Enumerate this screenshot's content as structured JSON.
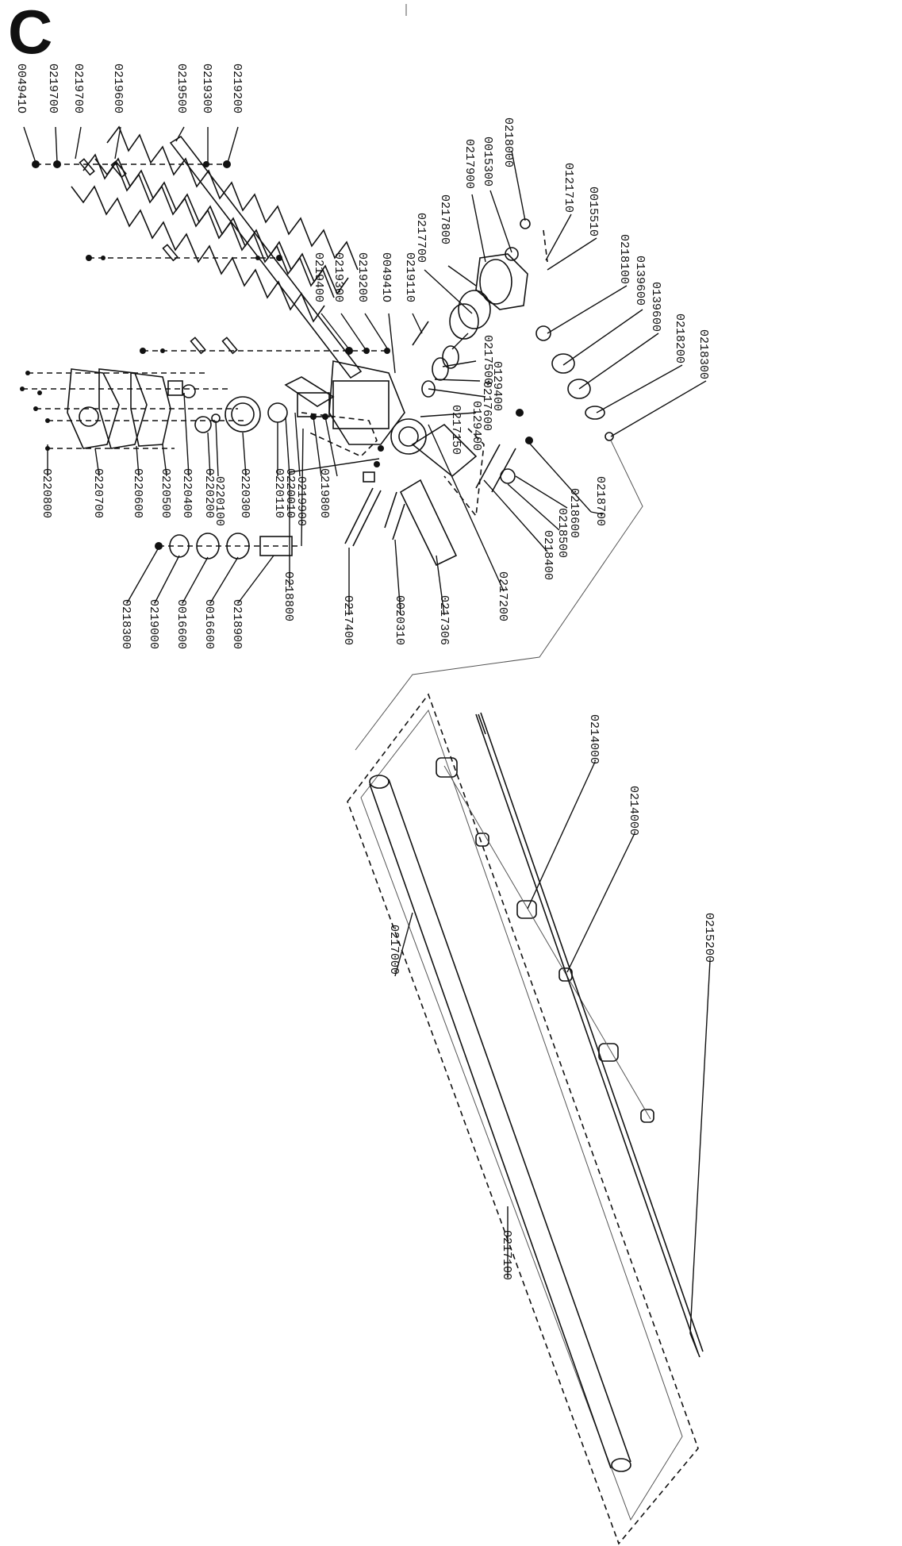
{
  "page": {
    "letter": "C"
  },
  "labels": {
    "l004941a": "004941O",
    "l021970a": "0219700",
    "l021970b": "0219700",
    "l021960": "0219600",
    "l021950": "0219500",
    "l021930a": "0219300",
    "l021920a": "0219200",
    "l021940": "0219400",
    "l021930b": "0219300",
    "l021920b": "0219200",
    "l004941b": "004941O",
    "l021911": "0219110",
    "l021770": "0217700",
    "l021780": "0217800",
    "l021790": "0217900",
    "l001530": "0015300",
    "l021800": "0218000",
    "l012171": "0121710",
    "l001551": "0015510",
    "l021810": "0218100",
    "l013960a": "0139600",
    "l013960b": "0139600",
    "l021820": "0218200",
    "l021830a": "0218300",
    "l021750": "0217500",
    "l012940a": "0129400",
    "l021760": "0217600",
    "l012940b": "0129400",
    "l021715": "0217150",
    "l021870": "0218700",
    "l021860": "0218600",
    "l021850": "0218500",
    "l021840": "0218400",
    "l021720": "0217200",
    "l021730": "0217306",
    "l002031": "0020310",
    "l021740": "0217400",
    "l021880": "0218800",
    "l022080": "0220800",
    "l022070": "0220700",
    "l022060": "0220600",
    "l022050": "0220500",
    "l022040": "0220400",
    "l022020": "0220200",
    "l022010": "0220100",
    "l022030": "0220300",
    "l022011": "0220110",
    "l022001": "0220010",
    "l021990": "0219900",
    "l021980": "0219800",
    "l021830b": "0218300",
    "l021900": "0219000",
    "l001660a": "0016600",
    "l001660b": "0016600",
    "l021890": "0218900",
    "l021400a": "0214000",
    "l021400b": "0214000",
    "l021700": "0217000",
    "l021710": "0217100",
    "l021520": "0215200"
  }
}
